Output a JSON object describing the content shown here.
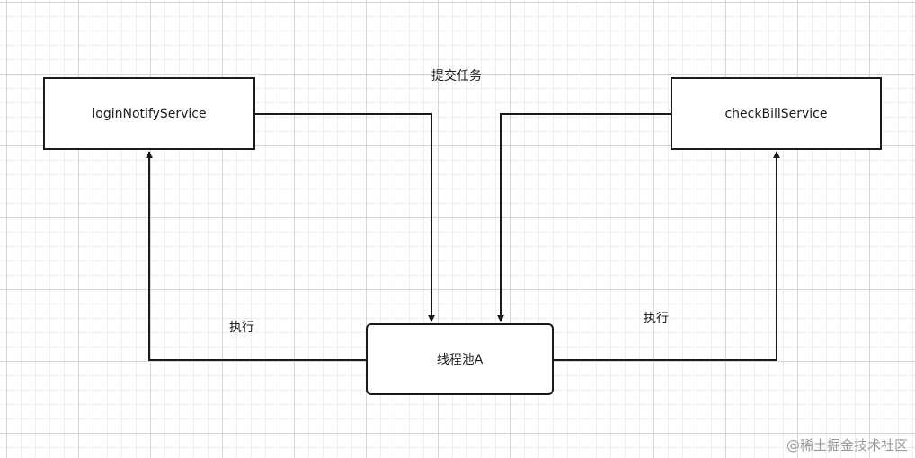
{
  "nodes": {
    "login": {
      "label": "loginNotifyService"
    },
    "check": {
      "label": "checkBillService"
    },
    "pool": {
      "label": "线程池A"
    }
  },
  "edges": {
    "submit_label": "提交任务",
    "exec_left_label": "执行",
    "exec_right_label": "执行"
  },
  "watermark": "@稀土掘金技术社区",
  "colors": {
    "stroke": "#1a1a1a",
    "grid": "#d6d6d6",
    "watermark": "#9a9a9a"
  }
}
